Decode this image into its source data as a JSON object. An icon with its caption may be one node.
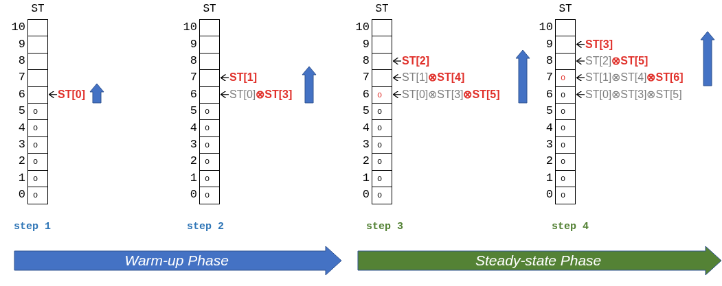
{
  "diagram": {
    "nodes": [
      {
        "text": [
          "ST"
        ]
      },
      {
        "text": [],
        "shape": "box",
        "beside": [
          "10"
        ],
        "in": 0
      },
      {
        "text": [],
        "shape": "box",
        "beside": [
          "9"
        ],
        "in": 0
      },
      {
        "text": [],
        "shape": "box",
        "beside": [
          "8"
        ],
        "in": 0
      },
      {
        "text": [],
        "shape": "box",
        "beside": [
          "7"
        ],
        "in": 0
      },
      {
        "text": [],
        "shape": "box",
        "beside": [
          "6"
        ],
        "in": 0
      },
      {
        "text": [
          "o"
        ],
        "beside": [
          "5"
        ],
        "in": 0
      },
      {
        "text": [
          "o"
        ],
        "beside": [
          "4"
        ],
        "in": 0
      },
      {
        "text": [
          "o"
        ],
        "beside": [
          "3"
        ],
        "in": 0
      },
      {
        "text": [
          "o"
        ],
        "beside": [
          "2"
        ],
        "in": 0
      },
      {
        "text": [
          "o"
        ],
        "beside": [
          "1"
        ],
        "in": 0
      },
      {
        "text": [
          "o"
        ],
        "beside": [
          "0"
        ],
        "in": 0
      },
      {
        "text": [
          "ST[0]"
        ]
      },
      {
        "text": [
          "ST"
        ]
      },
      {
        "text": [],
        "shape": "box",
        "beside": [
          "10"
        ],
        "in": 13
      },
      {
        "text": [],
        "shape": "box",
        "beside": [
          "9"
        ],
        "in": 13
      },
      {
        "text": [],
        "shape": "box",
        "beside": [
          "8"
        ],
        "in": 13
      },
      {
        "text": [],
        "shape": "box",
        "beside": [
          "7"
        ],
        "in": 13
      },
      {
        "text": [],
        "shape": "box",
        "beside": [
          "6"
        ],
        "in": 13
      },
      {
        "text": [
          "o"
        ],
        "beside": [
          "5"
        ],
        "in": 13
      },
      {
        "text": [
          "o"
        ],
        "beside": [
          "4"
        ],
        "in": 13
      },
      {
        "text": [
          "o"
        ],
        "beside": [
          "3"
        ],
        "in": 13
      },
      {
        "text": [
          "o"
        ],
        "beside": [
          "2"
        ],
        "in": 13
      },
      {
        "text": [
          "o"
        ],
        "beside": [
          "1"
        ],
        "in": 13
      },
      {
        "text": [
          "o"
        ],
        "beside": [
          "0"
        ],
        "in": 13
      },
      {
        "text": [
          "ST[1]"
        ]
      },
      {
        "text": [
          "ST[0]**⊗ST[3]**"
        ]
      },
      {
        "text": [
          "ST"
        ]
      },
      {
        "text": [],
        "shape": "box",
        "beside": [
          "10"
        ],
        "in": 27
      },
      {
        "text": [],
        "shape": "box",
        "beside": [
          "9"
        ],
        "in": 27
      },
      {
        "text": [],
        "shape": "box",
        "beside": [
          "8"
        ],
        "in": 27
      },
      {
        "text": [],
        "shape": "box",
        "beside": [
          "7"
        ],
        "in": 27
      },
      {
        "text": [
          "**o**"
        ],
        "beside": [
          "6"
        ],
        "in": 27
      },
      {
        "text": [
          "o"
        ],
        "beside": [
          "5"
        ],
        "in": 27
      },
      {
        "text": [
          "o"
        ],
        "beside": [
          "4"
        ],
        "in": 27
      },
      {
        "text": [
          "o"
        ],
        "beside": [
          "3"
        ],
        "in": 27
      },
      {
        "text": [
          "o"
        ],
        "beside": [
          "2"
        ],
        "in": 27
      },
      {
        "text": [
          "o"
        ],
        "beside": [
          "1"
        ],
        "in": 27
      },
      {
        "text": [
          "o"
        ],
        "beside": [
          "0"
        ],
        "in": 27
      },
      {
        "text": [
          "ST[2]"
        ]
      },
      {
        "text": [
          "ST[1]**⊗ST[4]**"
        ]
      },
      {
        "text": [
          "ST[0]⊗ST[3]**⊗ST[5]**"
        ]
      },
      {
        "text": [
          "ST"
        ]
      },
      {
        "text": [],
        "shape": "box",
        "beside": [
          "10"
        ],
        "in": 42
      },
      {
        "text": [],
        "shape": "box",
        "beside": [
          "9"
        ],
        "in": 42
      },
      {
        "text": [],
        "shape": "box",
        "beside": [
          "8"
        ],
        "in": 42
      },
      {
        "text": [
          "**o**"
        ],
        "beside": [
          "7"
        ],
        "in": 42
      },
      {
        "text": [
          "o"
        ],
        "beside": [
          "6"
        ],
        "in": 42
      },
      {
        "text": [
          "o"
        ],
        "beside": [
          "5"
        ],
        "in": 42
      },
      {
        "text": [
          "o"
        ],
        "beside": [
          "4"
        ],
        "in": 42
      },
      {
        "text": [
          "o"
        ],
        "beside": [
          "3"
        ],
        "in": 42
      },
      {
        "text": [
          "o"
        ],
        "beside": [
          "2"
        ],
        "in": 42
      },
      {
        "text": [
          "o"
        ],
        "beside": [
          "1"
        ],
        "in": 42
      },
      {
        "text": [
          "o"
        ],
        "beside": [
          "0"
        ],
        "in": 42
      },
      {
        "text": [
          "ST[3]"
        ]
      },
      {
        "text": [
          "ST[2]**⊗ST[5]**"
        ]
      },
      {
        "text": [
          "ST[1]⊗ST[4]**⊗ST[6]**"
        ]
      },
      {
        "text": [
          "ST[0]⊗ST[3]⊗ST[5]"
        ]
      },
      {
        "text": [
          "Warm-up Phase"
        ]
      },
      {
        "text": [
          "Steady-state Phase"
        ]
      }
    ],
    "edges": [
      {
        "from": 12,
        "to": 5,
        "arrow": "to"
      },
      {
        "from": 25,
        "to": 17,
        "arrow": "to"
      },
      {
        "from": 26,
        "to": 18,
        "arrow": "to"
      },
      {
        "from": 39,
        "to": 30,
        "arrow": "to"
      },
      {
        "from": 40,
        "to": 31,
        "arrow": "to"
      },
      {
        "from": 41,
        "to": 32,
        "arrow": "to"
      },
      {
        "from": 54,
        "to": 44,
        "arrow": "to"
      },
      {
        "from": 55,
        "to": 45,
        "arrow": "to"
      },
      {
        "from": 56,
        "to": 46,
        "arrow": "to"
      },
      {
        "from": 57,
        "to": 47,
        "arrow": "to"
      }
    ],
    "labels": [
      "step 1",
      "step 2",
      "step 3",
      "step 4"
    ]
  }
}
